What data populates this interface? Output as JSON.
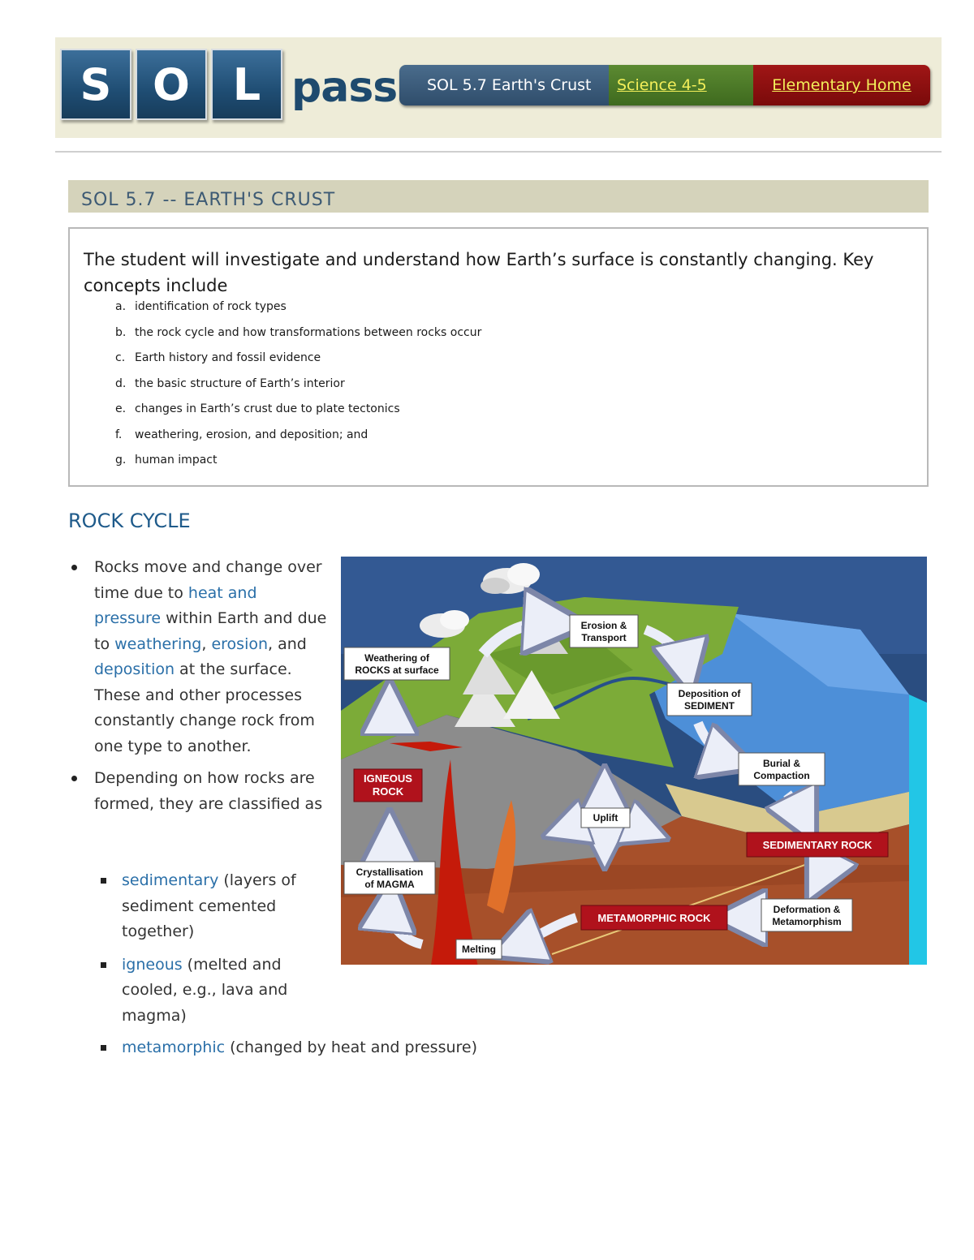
{
  "header": {
    "logo_letters": [
      "S",
      "O",
      "L"
    ],
    "logo_suffix": "pass",
    "nav": {
      "title": "SOL 5.7 Earth's Crust",
      "science_link": "Science 4-5",
      "home_link": "Elementary Home"
    }
  },
  "section": {
    "heading": "SOL 5.7 -- EARTH'S CRUST"
  },
  "objectives": {
    "intro": "The student will investigate and understand how Earth’s surface is constantly changing. Key concepts include",
    "items": [
      {
        "letter": "a.",
        "text": "identification of rock types"
      },
      {
        "letter": "b.",
        "text": "the rock cycle and how transformations between rocks occur"
      },
      {
        "letter": "c.",
        "text": "Earth history and fossil evidence"
      },
      {
        "letter": "d.",
        "text": "the basic structure of Earth’s interior"
      },
      {
        "letter": "e.",
        "text": "changes in Earth’s crust due to plate tectonics"
      },
      {
        "letter": "f.",
        "text": "weathering, erosion, and deposition; and"
      },
      {
        "letter": "g.",
        "text": "human impact"
      }
    ]
  },
  "rock_cycle": {
    "title": "ROCK CYCLE",
    "bullet1": {
      "p1": "Rocks move and change over time due to ",
      "h1": "heat and pressure",
      "p2": " within Earth and due to ",
      "h2": "weathering",
      "p3": ", ",
      "h3": "erosion",
      "p4": ", and ",
      "h4": "deposition",
      "p5": " at the surface. These and other processes constantly change rock from one type to another."
    },
    "bullet2": "Depending on how rocks are formed, they are classified as",
    "types": [
      {
        "term": "sedimentary",
        "desc": " (layers of sediment cemented together)"
      },
      {
        "term": "igneous",
        "desc": " (melted and cooled, e.g., lava and magma)"
      },
      {
        "term": "metamorphic",
        "desc": " (changed by heat and pressure)"
      }
    ]
  },
  "diagram": {
    "labels": {
      "erosion": [
        "Erosion &",
        "Transport"
      ],
      "weathering": [
        "Weathering of",
        "ROCKS at surface"
      ],
      "deposition": [
        "Deposition of",
        "SEDIMENT"
      ],
      "burial": [
        "Burial &",
        "Compaction"
      ],
      "igneous": [
        "IGNEOUS",
        "ROCK"
      ],
      "uplift": "Uplift",
      "sedimentary": "SEDIMENTARY ROCK",
      "crystallisation": [
        "Crystallisation",
        "of MAGMA"
      ],
      "deformation": [
        "Deformation &",
        "Metamorphism"
      ],
      "metamorphic": "METAMORPHIC ROCK",
      "melting": "Melting"
    },
    "colors": {
      "ocean": "#4d8fd8",
      "land": "#7cab38",
      "crust": "#a7502a",
      "magma": "#c51a0a",
      "sky": "#2a4d80",
      "label_red": "#b0121c"
    }
  }
}
